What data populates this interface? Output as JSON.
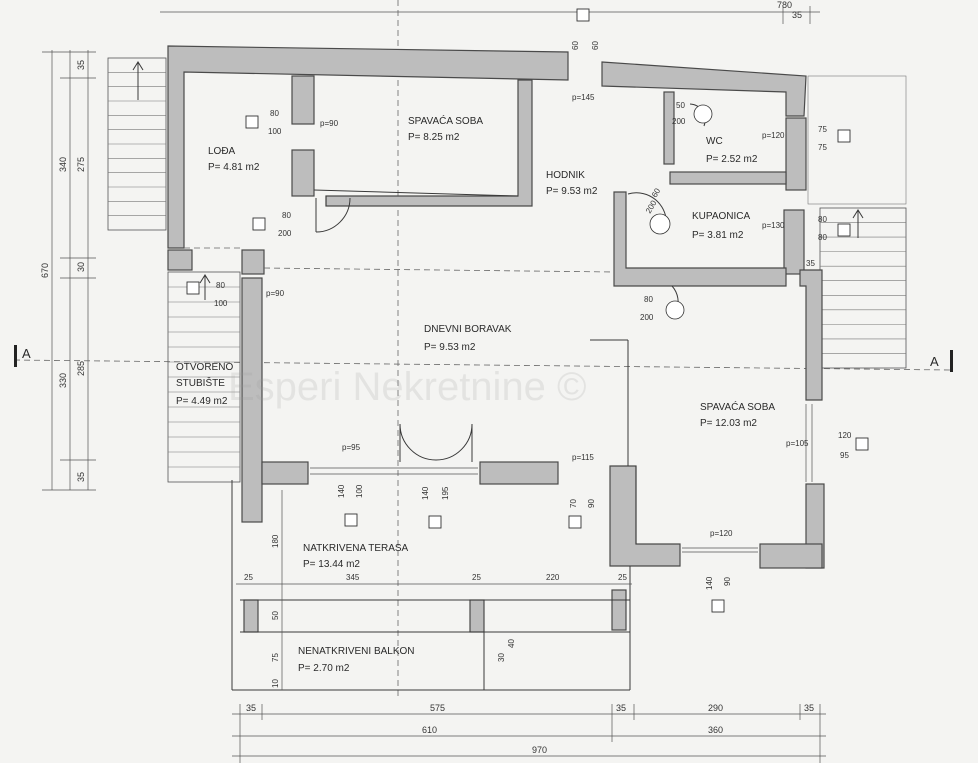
{
  "rooms": {
    "loda": {
      "name": "LOĐA",
      "area": "P= 4.81 m2"
    },
    "spavaca1": {
      "name": "SPAVAĆA SOBA",
      "area": "P= 8.25 m2"
    },
    "hodnik": {
      "name": "HODNIK",
      "area": "P= 9.53 m2"
    },
    "wc": {
      "name": "WC",
      "area": "P= 2.52 m2"
    },
    "kupaonica": {
      "name": "KUPAONICA",
      "area": "P= 3.81 m2"
    },
    "dnevni": {
      "name": "DNEVNI BORAVAK",
      "area": "P= 9.53 m2"
    },
    "stubiste": {
      "line1": "OTVORENO",
      "line2": "STUBIŠTE",
      "area": "P= 4.49 m2"
    },
    "spavaca2": {
      "name": "SPAVAĆA SOBA",
      "area": "P= 12.03 m2"
    },
    "terasa": {
      "name": "NATKRIVENA TERASA",
      "area": "P= 13.44 m2"
    },
    "balkon": {
      "name": "NENATKRIVENI BALKON",
      "area": "P= 2.70 m2"
    }
  },
  "section_marks": {
    "left": "A",
    "right": "A"
  },
  "watermark": "Esperi Nekretnine ©",
  "dims_bottom": {
    "row1": [
      "35",
      "575",
      "35",
      "290",
      "35"
    ],
    "row2": [
      "610",
      "360"
    ],
    "row3": "970"
  },
  "dims_left": {
    "outer": [
      "340",
      "330"
    ],
    "total": "670",
    "inner": [
      "35",
      "275",
      "30",
      "285",
      "35"
    ]
  },
  "dims_top": {
    "overall": "780",
    "right": "35"
  },
  "dims_terrace": [
    "25",
    "345",
    "25",
    "220",
    "25"
  ],
  "dims_terrace_vertical": [
    "180",
    "50",
    "75",
    "10"
  ],
  "openings": {
    "top_window": [
      "60",
      "60",
      "p=145"
    ],
    "loda_window": [
      "80",
      "100",
      "p=90"
    ],
    "loda_door": [
      "80",
      "200"
    ],
    "stair_door": [
      "80",
      "100",
      "p=90"
    ],
    "wc_door": [
      "50",
      "200"
    ],
    "wc_window": [
      "p=120",
      "75",
      "75"
    ],
    "kup_door": [
      "60",
      "200"
    ],
    "kup_window": [
      "p=130",
      "80",
      "80"
    ],
    "living_door": [
      "80",
      "200"
    ],
    "bed2_window": [
      "p=105",
      "120",
      "95"
    ],
    "terrace_openings": [
      "p=95",
      "140",
      "100",
      "140",
      "195",
      "p=115",
      "70",
      "90"
    ],
    "bed2_bottom": [
      "p=120",
      "140",
      "90"
    ],
    "balcony": [
      "30",
      "40"
    ]
  },
  "corner_mark": "35"
}
